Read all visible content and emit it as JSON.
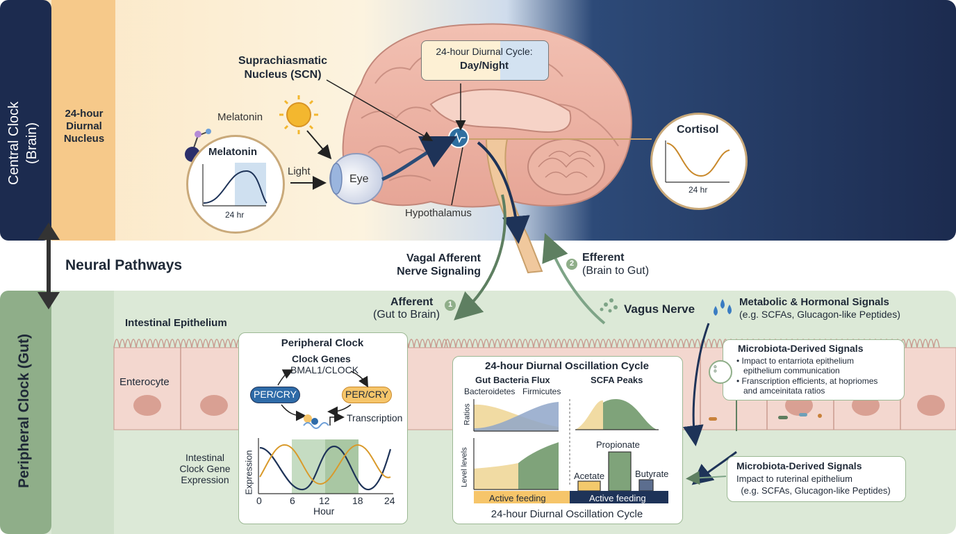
{
  "central": {
    "side_label": "Central Clock\n(Brain)",
    "nucleus_label": "24-hour\nDiurnal\nNucleus",
    "scn_label": "Suprachiasmatic\nNucleus (SCN)",
    "melatonin_label": "Melatonin",
    "melatonin_box_title": "Melatonin",
    "melatonin_axis": "24 hr",
    "light_label": "Light",
    "eye_label": "Eye",
    "cycle_title": "24-hour Diurnal Cycle:",
    "cycle_value": "Day/Night",
    "hypothalamus_label": "Hypothalamus",
    "cortisol_title": "Cortisol",
    "cortisol_axis": "24 hr"
  },
  "pathways": {
    "neural_label": "Neural Pathways",
    "vagal_label": "Vagal Afferent\nNerve Signaling",
    "efferent_title": "Efferent",
    "efferent_sub": "(Brain to Gut)",
    "efferent_num": "2",
    "afferent_title": "Afferent",
    "afferent_sub": "(Gut to Brain)",
    "afferent_num": "1",
    "vagus_label": "Vagus Nerve"
  },
  "peripheral": {
    "side_label": "Peripheral Clock (Gut)",
    "epithelium_label": "Intestinal Epithelium",
    "enterocyte_label": "Enterocyte",
    "clock_panel_title": "Peripheral Clock",
    "clock_genes_title": "Clock Genes",
    "bmal_label": "BMAL1/CLOCK",
    "per_cry_left": "PER/CRY",
    "per_cry_right": "PER/CRY",
    "transcription_label": "Transcription",
    "gene_expr_label": "Intestinal\nClock Gene\nExpression",
    "expression_ylabel": "Expression",
    "hour_label": "Hour",
    "hour_ticks": [
      "0",
      "6",
      "12",
      "18",
      "24"
    ],
    "oscillation_title": "24-hour Diurnal Oscillation Cycle",
    "bacteria_flux_label": "Gut Bacteria Flux",
    "scfa_peaks_label": "SCFA Peaks",
    "bacteroidetes_label": "Bacteroidetes",
    "firmicutes_label": "Firmicutes",
    "ratios_label": "Ratios",
    "levels_label": "Level levels",
    "acetate_label": "Acetate",
    "propionate_label": "Propionate",
    "butyrate_label": "Butyrate",
    "feeding_left": "Active feeding",
    "feeding_right": "Active feeding",
    "oscillation_footer": "24-hour Diurnal Oscillation Cycle",
    "metabolic_title": "Metabolic & Hormonal Signals",
    "metabolic_sub": "(e.g. SCFAs, Glucagon-like Peptides)",
    "micro_box1_title": "Microbiota-Derived Signals",
    "micro_box1_b1": "• Impact to entarriota epithelium\n   epithelium communication",
    "micro_box1_b2": "• Franscription efficients, at hopriomes\n   and amceinitata ratios",
    "micro_box2_title": "Microbiota-Derived Signals",
    "micro_box2_l1": "Impact to ruterinal epithelium",
    "micro_box2_l2": "(e.g. SCFAs, Glucagon-like Peptides)"
  },
  "colors": {
    "navy": "#1c2b4f",
    "peach": "#f6c98a",
    "gut_green": "#dce9d7",
    "dark_green": "#8fae89",
    "blue_line": "#1e3358",
    "amber_line": "#d99a2b"
  }
}
